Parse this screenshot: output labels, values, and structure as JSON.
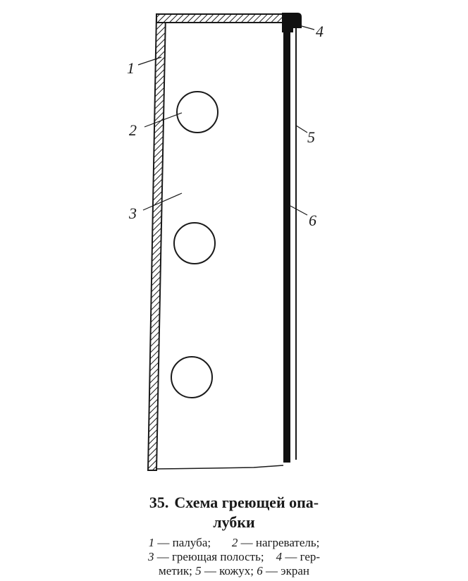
{
  "figure": {
    "labels": {
      "l1": "1",
      "l2": "2",
      "l3": "3",
      "l4": "4",
      "l5": "5",
      "l6": "6"
    }
  },
  "caption": {
    "number": "35.",
    "title_line1": "Схема греющей опа-",
    "title_line2": "лубки"
  },
  "legend": {
    "items": [
      {
        "n": "1",
        "text": "— палуба;"
      },
      {
        "n": "2",
        "text": "— нагреватель;"
      },
      {
        "n": "3",
        "text": "— греющая полость;"
      },
      {
        "n": "4",
        "text": "— гер-"
      },
      {
        "n": "",
        "text": "метик;"
      },
      {
        "n": "5",
        "text": "— кожух;"
      },
      {
        "n": "6",
        "text": "— экран"
      }
    ]
  }
}
